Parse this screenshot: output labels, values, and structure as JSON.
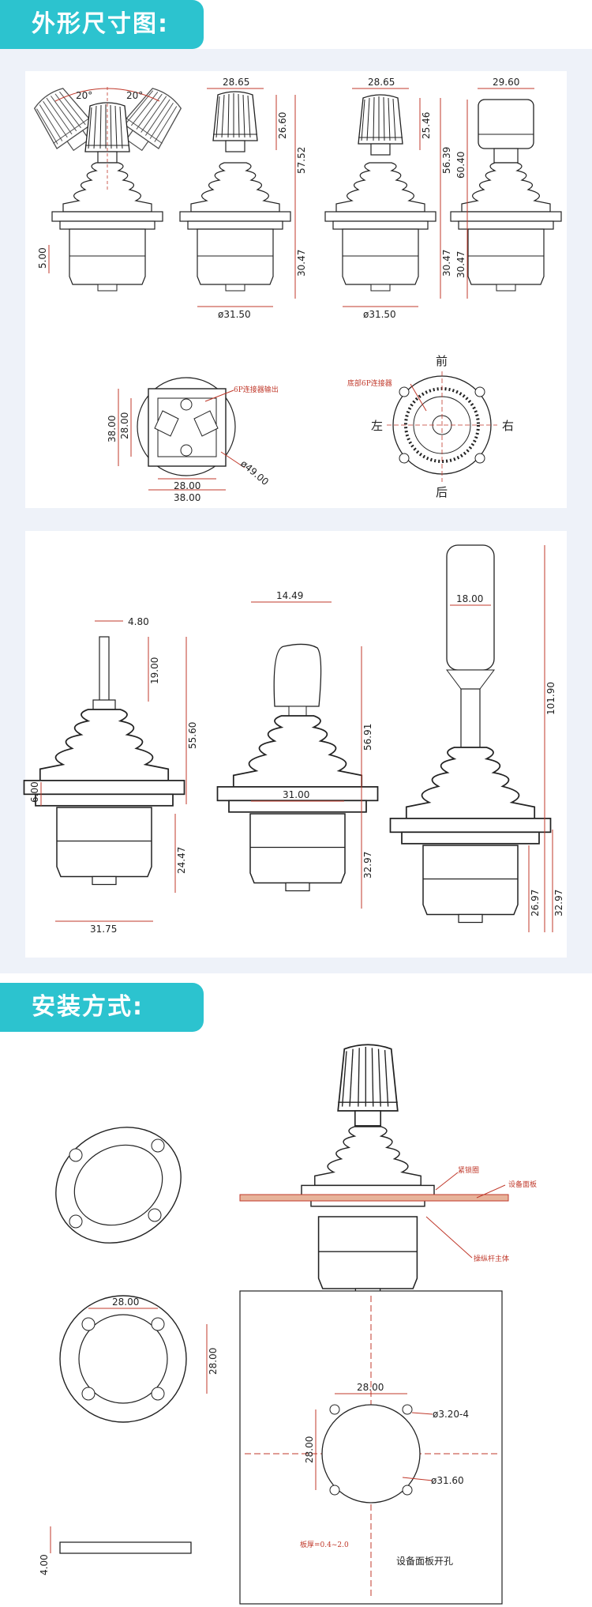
{
  "sections": {
    "dimensions_title": "外形尺寸图:",
    "installation_title": "安装方式:"
  },
  "panel1": {
    "angle_left": "20°",
    "angle_right": "20°",
    "view1_height": "5.00",
    "view2_top": "28.65",
    "view2_h1": "26.60",
    "view2_h2": "57.52",
    "view2_h3": "30.47",
    "view2_bottom": "ø31.50",
    "view3_top": "28.65",
    "view3_h1": "25.46",
    "view3_h2": "56.39",
    "view3_h3": "30.47",
    "view3_bottom": "ø31.50",
    "view4_top": "29.60",
    "view4_h1": "60.40",
    "view4_h2": "30.47",
    "bottom_w1": "38.00",
    "bottom_w2": "28.00",
    "bottom_h1": "38.00",
    "bottom_h2": "28.00",
    "bottom_dia": "ø49.00",
    "connector_label": "6P连接器输出",
    "dir_front": "前",
    "dir_back": "后",
    "dir_left": "左",
    "dir_right": "右",
    "bottom_connector": "底部6P连接器"
  },
  "panel2": {
    "a_top": "4.80",
    "a_h1": "19.00",
    "a_h2": "55.60",
    "a_left": "6.00",
    "a_h3": "24.47",
    "a_bottom": "31.75",
    "b_top": "14.49",
    "b_h1": "56.91",
    "b_mid": "31.00",
    "b_h2": "32.97",
    "c_mid": "18.00",
    "c_h1": "101.90",
    "c_h2": "26.97",
    "c_h3": "32.97"
  },
  "install": {
    "label_nut": "紧锁圈",
    "label_panel": "设备面板",
    "label_body": "操纵杆主体",
    "ring_w": "28.00",
    "ring_h": "28.00",
    "cut_w": "28.00",
    "cut_h": "28.00",
    "cut_hole": "ø3.20-4",
    "cut_dia": "ø31.60",
    "cut_note": "板厚=0.4~2.0",
    "cut_caption": "设备面板开孔",
    "ring_thick": "4.00"
  }
}
